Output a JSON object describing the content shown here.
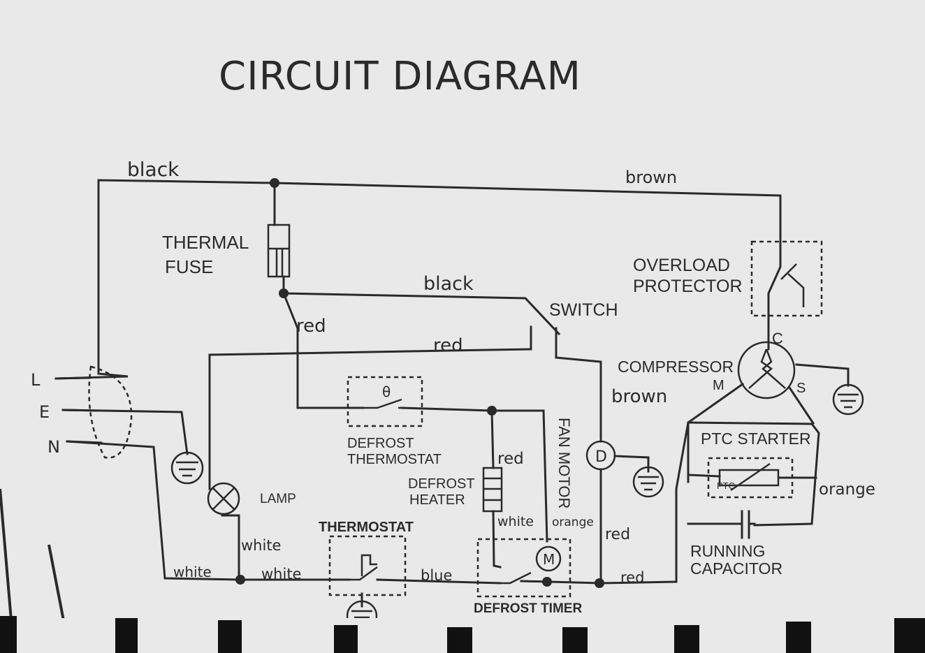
{
  "title": "CIRCUIT DIAGRAM",
  "terminals": {
    "L": "L",
    "E": "E",
    "N": "N"
  },
  "components": {
    "thermal_fuse": [
      "THERMAL",
      "FUSE"
    ],
    "switch": "SWITCH",
    "overload_protector": [
      "OVERLOAD",
      "PROTECTOR"
    ],
    "compressor": "COMPRESSOR",
    "compressor_pins": {
      "c": "C",
      "m": "M",
      "s": "S"
    },
    "defrost_thermostat": [
      "DEFROST",
      "THERMOSTAT"
    ],
    "defrost_thermostat_symbol": "θ",
    "defrost_heater": [
      "DEFROST",
      "HEATER"
    ],
    "fan_motor": "FAN MOTOR",
    "fan_motor_symbol": "D",
    "lamp": "LAMP",
    "thermostat": "THERMOSTAT",
    "defrost_timer": "DEFROST TIMER",
    "timer_motor_symbol": "M",
    "ptc_starter": "PTC STARTER",
    "ptc_symbol": "PTC",
    "running_capacitor": [
      "RUNNING",
      "CAPACITOR"
    ]
  },
  "wires": {
    "black_top": "black",
    "brown_top": "brown",
    "black_mid": "black",
    "red_left": "red",
    "red_mid": "red",
    "brown_right": "brown",
    "red_heater": "red",
    "white_heater": "white",
    "orange_fan": "orange",
    "orange_ptc": "orange",
    "white_lamp": "white",
    "white_bottom_left": "white",
    "white_bottom_mid": "white",
    "blue_bottom": "blue",
    "red_bottom": "red",
    "red_right_vertical": "red"
  },
  "colors": {
    "background": "#e9e9ea",
    "ink": "#2a2a2a"
  }
}
